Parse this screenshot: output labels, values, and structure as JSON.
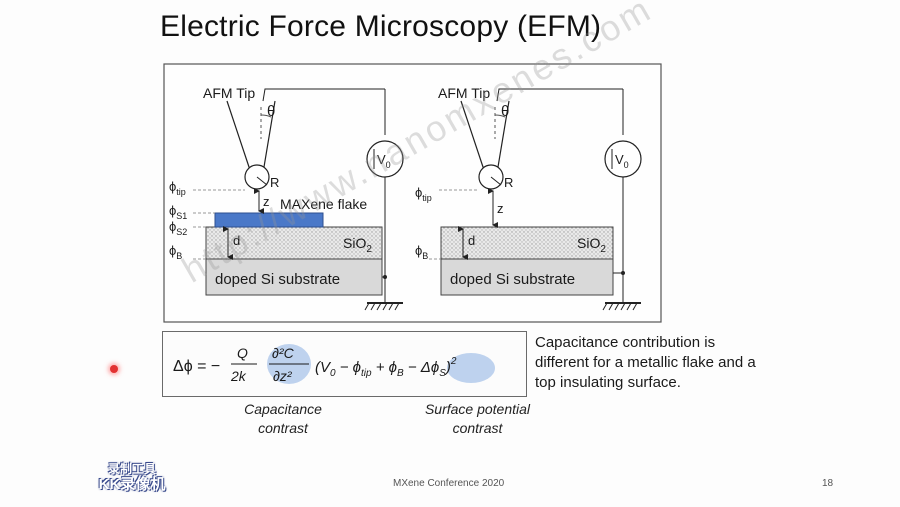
{
  "slide": {
    "title": "Electric Force Microscopy (EFM)",
    "footer": "MXene Conference 2020",
    "page_number": "18",
    "watermark": "http://www.nanomxenes.com",
    "recorder_badge": {
      "line1": "录制工具",
      "line2": "KK录像机"
    }
  },
  "diagram": {
    "left": {
      "tip_label": "AFM Tip",
      "angle_label": "θ",
      "radius_label": "R",
      "distance_label": "z",
      "flake_label": "MAXene flake",
      "thickness_label": "d",
      "oxide_label": "SiO",
      "oxide_sub": "2",
      "substrate_label": "doped Si substrate",
      "voltage_label": "V",
      "voltage_sub": "0",
      "phi_symbol": "ϕ",
      "phi_tip_sub": "tip",
      "phi_s1_sub": "S1",
      "phi_s2_sub": "S2",
      "phi_b_sub": "B"
    },
    "right": {
      "tip_label": "AFM Tip",
      "angle_label": "θ",
      "radius_label": "R",
      "distance_label": "z",
      "thickness_label": "d",
      "oxide_label": "SiO",
      "oxide_sub": "2",
      "substrate_label": "doped Si substrate",
      "voltage_label": "V",
      "voltage_sub": "0",
      "phi_symbol": "ϕ",
      "phi_tip_sub": "tip",
      "phi_b_sub": "B"
    }
  },
  "formula": {
    "lhs": "Δϕ = −",
    "num": "Q",
    "den": "2k",
    "deriv_num": "∂²C",
    "deriv_den": "∂z²",
    "open": "(V",
    "v0_sub": "0",
    "minus_phi": " − ϕ",
    "tip_sub": "tip",
    "plus_phi": " + ϕ",
    "b_sub": "B",
    "minus_delta": " − Δϕ",
    "s_sub": "S",
    "close": ")",
    "power": "2"
  },
  "side_text": "Capacitance contribution is different for a metallic flake and a top insulating surface.",
  "captions": {
    "capacitance": "Capacitance contrast",
    "surface": "Surface potential contrast"
  },
  "colors": {
    "flake": "#4a78c8",
    "highlight": "#a9c4ea",
    "oxide_fill": "#e6e6e6",
    "substrate_fill": "#d9d9d9",
    "pointer": "#e23232"
  }
}
